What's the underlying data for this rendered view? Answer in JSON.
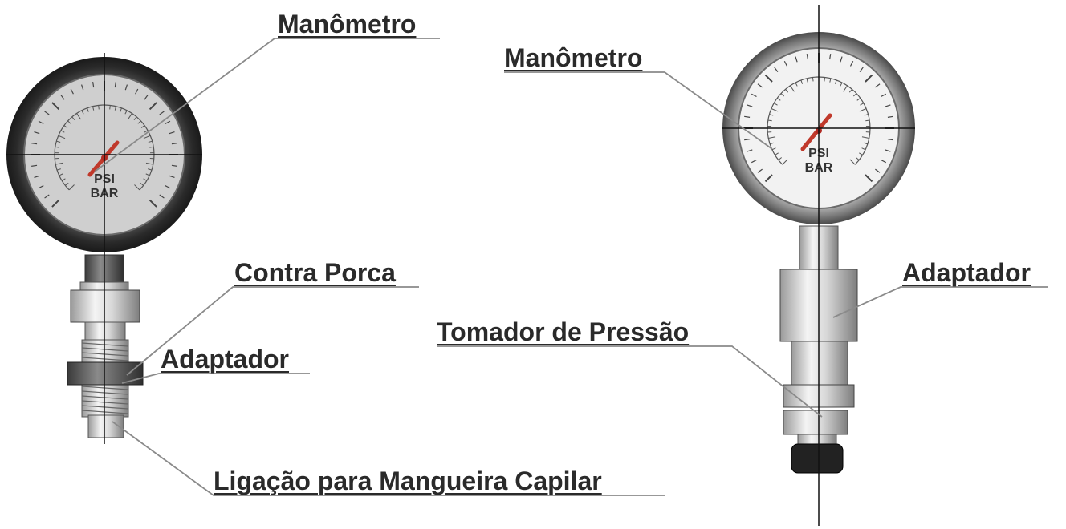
{
  "left_assembly": {
    "gauge_dial": {
      "units_top": "PSI",
      "units_bottom": "BAR"
    },
    "labels": {
      "manometro": "Manômetro",
      "contra_porca": "Contra Porca",
      "adaptador": "Adaptador",
      "ligacao": "Ligação para Mangueira Capilar"
    }
  },
  "right_assembly": {
    "gauge_dial": {
      "units_top": "PSI",
      "units_bottom": "BAR"
    },
    "labels": {
      "manometro": "Manômetro",
      "adaptador": "Adaptador",
      "tomador": "Tomador de Pressão"
    }
  },
  "colors": {
    "label_text": "#2a2a2a",
    "leader_line": "#8a8a8a",
    "needle": "#c0392b",
    "bezel_left": "#3a3a3a",
    "bezel_right": "#8c8c8c",
    "dial_left": "#cfcfcf",
    "dial_right": "#f2f2f2"
  }
}
